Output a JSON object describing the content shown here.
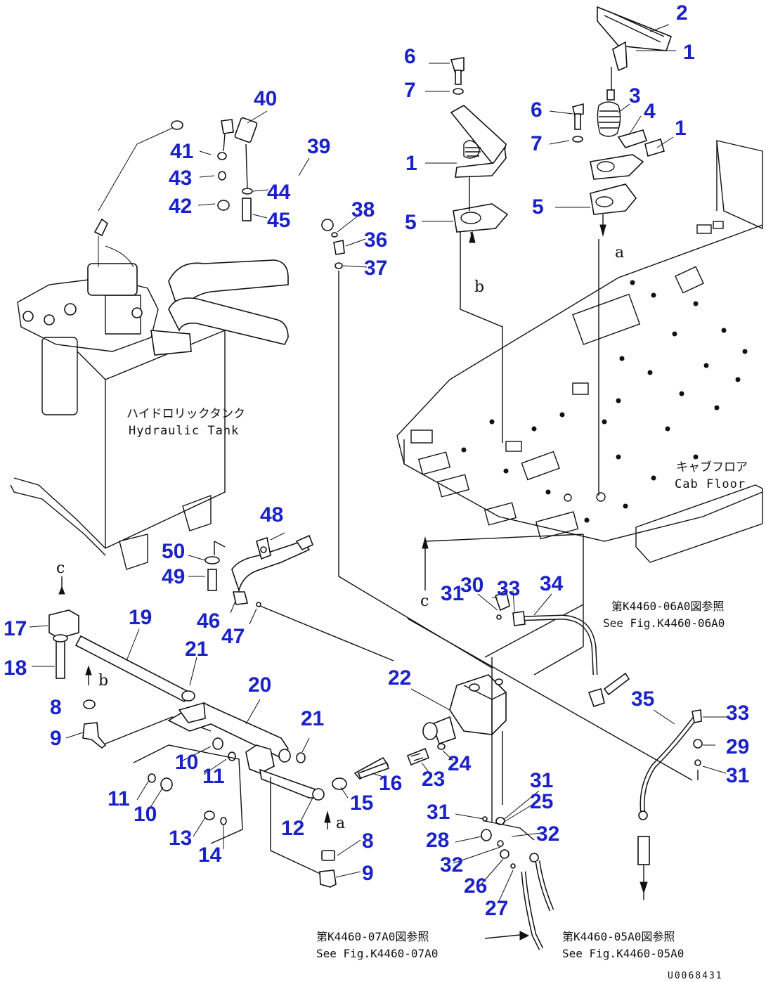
{
  "callouts": [
    {
      "id": "c2",
      "label": "2"
    },
    {
      "id": "c1a",
      "label": "1"
    },
    {
      "id": "c6a",
      "label": "6"
    },
    {
      "id": "c7a",
      "label": "7"
    },
    {
      "id": "c3",
      "label": "3"
    },
    {
      "id": "c4",
      "label": "4"
    },
    {
      "id": "c6b",
      "label": "6"
    },
    {
      "id": "c7b",
      "label": "7"
    },
    {
      "id": "c1b",
      "label": "1"
    },
    {
      "id": "c1c",
      "label": "1"
    },
    {
      "id": "c5a",
      "label": "5"
    },
    {
      "id": "c5b",
      "label": "5"
    },
    {
      "id": "c40",
      "label": "40"
    },
    {
      "id": "c39",
      "label": "39"
    },
    {
      "id": "c41",
      "label": "41"
    },
    {
      "id": "c43",
      "label": "43"
    },
    {
      "id": "c44",
      "label": "44"
    },
    {
      "id": "c42",
      "label": "42"
    },
    {
      "id": "c45",
      "label": "45"
    },
    {
      "id": "c38",
      "label": "38"
    },
    {
      "id": "c36",
      "label": "36"
    },
    {
      "id": "c37",
      "label": "37"
    },
    {
      "id": "c48",
      "label": "48"
    },
    {
      "id": "c50",
      "label": "50"
    },
    {
      "id": "c49",
      "label": "49"
    },
    {
      "id": "c46",
      "label": "46"
    },
    {
      "id": "c47",
      "label": "47"
    },
    {
      "id": "c30",
      "label": "30"
    },
    {
      "id": "c33a",
      "label": "33"
    },
    {
      "id": "c34",
      "label": "34"
    },
    {
      "id": "c31a",
      "label": "31"
    },
    {
      "id": "c17",
      "label": "17"
    },
    {
      "id": "c19",
      "label": "19"
    },
    {
      "id": "c18",
      "label": "18"
    },
    {
      "id": "c21a",
      "label": "21"
    },
    {
      "id": "c8a",
      "label": "8"
    },
    {
      "id": "c20",
      "label": "20"
    },
    {
      "id": "c22",
      "label": "22"
    },
    {
      "id": "c35",
      "label": "35"
    },
    {
      "id": "c33b",
      "label": "33"
    },
    {
      "id": "c29",
      "label": "29"
    },
    {
      "id": "c9a",
      "label": "9"
    },
    {
      "id": "c21b",
      "label": "21"
    },
    {
      "id": "c10a",
      "label": "10"
    },
    {
      "id": "c11a",
      "label": "11"
    },
    {
      "id": "c24",
      "label": "24"
    },
    {
      "id": "c23",
      "label": "23"
    },
    {
      "id": "c16",
      "label": "16"
    },
    {
      "id": "c15",
      "label": "15"
    },
    {
      "id": "c31b",
      "label": "31"
    },
    {
      "id": "c31c",
      "label": "31"
    },
    {
      "id": "c25",
      "label": "25"
    },
    {
      "id": "c11b",
      "label": "11"
    },
    {
      "id": "c10b",
      "label": "10"
    },
    {
      "id": "c12",
      "label": "12"
    },
    {
      "id": "c31d",
      "label": "31"
    },
    {
      "id": "c32a",
      "label": "32"
    },
    {
      "id": "c28",
      "label": "28"
    },
    {
      "id": "c13",
      "label": "13"
    },
    {
      "id": "c14",
      "label": "14"
    },
    {
      "id": "c8b",
      "label": "8"
    },
    {
      "id": "c32b",
      "label": "32"
    },
    {
      "id": "c9b",
      "label": "9"
    },
    {
      "id": "c26",
      "label": "26"
    },
    {
      "id": "c27",
      "label": "27"
    }
  ],
  "labels": {
    "tank_jp": "ハイドロリックタンク",
    "tank_en": "Hydraulic Tank",
    "floor_jp": "キャブフロア",
    "floor_en": "Cab Floor",
    "ref1_jp": "第K4460-06A0図参照",
    "ref1_en": "See Fig.K4460-06A0",
    "ref2_jp": "第K4460-07A0図参照",
    "ref2_en": "See Fig.K4460-07A0",
    "ref3_jp": "第K4460-05A0図参照",
    "ref3_en": "See Fig.K4460-05A0",
    "letter_a": "a",
    "letter_b": "b",
    "letter_c": "c",
    "page_id": "U0068431"
  }
}
